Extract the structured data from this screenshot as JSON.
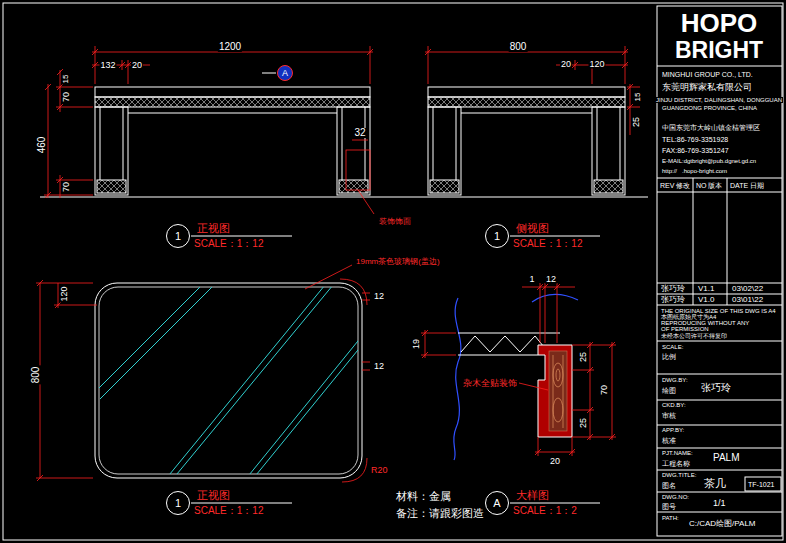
{
  "diagram": {
    "nodes": [
      {
        "text": [
          "A"
        ]
      },
      {
        "text": [
          "1"
        ]
      },
      {
        "text": [
          "1"
        ]
      },
      {
        "text": [
          "1"
        ]
      },
      {
        "text": [
          "A"
        ]
      }
    ],
    "labels": [
      "1200",
      "132",
      "20",
      "15",
      "70",
      "460",
      "70",
      "32",
      "装饰饰面",
      "正视图",
      "SCALE：1：12",
      "800",
      "20",
      "120",
      "15",
      "25",
      "侧视图",
      "SCALE：1：12",
      "19mm茶色玻璃钢(盖边)",
      "120",
      "800",
      "12",
      "12",
      "R20",
      "正视图",
      "SCALE：1：12",
      "材料：金属",
      "备注：请跟彩图造",
      "1",
      "12",
      "19",
      "25",
      "70",
      "25",
      "杂木全贴装饰",
      "20",
      "大样图",
      "SCALE：1：2",
      "HOPO",
      "BRIGHT",
      "MINGHUI GROUP CO., LTD.",
      "东莞明辉家私有限公司",
      "JINJU DISTRICT, DALINGSHAN, DONGGUAN",
      "GUANGDONG PROVINCE, CHINA",
      "中国东莞市大岭山镇金桔管理区",
      "TEL:86-769-3351928",
      "FAX:86-769-3351247",
      "E-MAIL:dgtbright@pub.dgnet.gd.cn",
      "http://   .hopo-bright.com",
      "REV 修改",
      "NO 版本",
      "DATE 日期",
      "张巧玲",
      "V1.1",
      "03\\02\\22",
      "张巧玲",
      "V1.0",
      "03\\01\\22",
      "THE ORIGINAL SIZE OF THIS DWG IS A4",
      "本图纸原始尺寸为A4",
      "REPRODUCING WITHOUT ANY",
      "OF PERMISSION",
      "未经本公司许可不得复印",
      "SCALE:",
      "比例",
      "DWG.BY:",
      "绘图",
      "张巧玲",
      "CKD.BY:",
      "审核",
      "APP.BY:",
      "核准",
      "PJT.NAME:",
      "工程名称",
      "PALM",
      "DWG.TITLE:",
      "图名",
      "茶几",
      "TF-1021",
      "DWG.NO:",
      "图号",
      "1/1",
      "PATH:",
      "C:/CAD绘图/PALM"
    ]
  }
}
